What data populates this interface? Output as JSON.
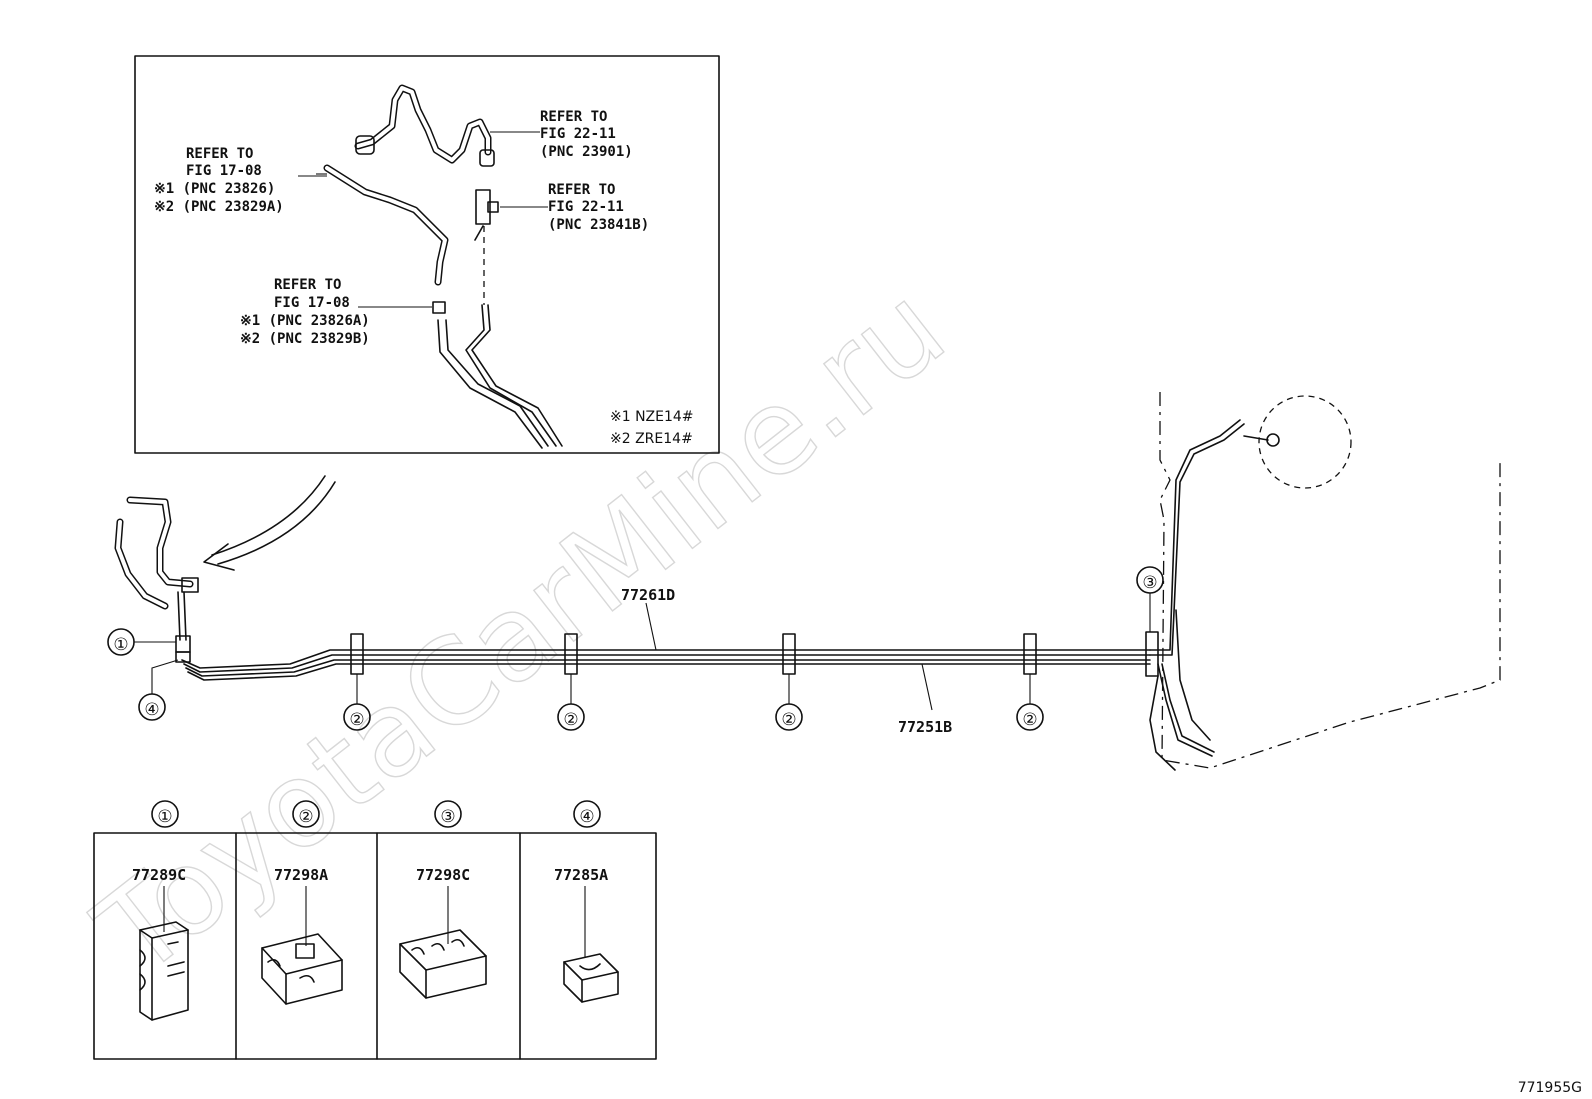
{
  "watermark": "ToyotaCarMine.ru",
  "diagram_code": "771955G",
  "inset": {
    "callouts": [
      {
        "line1": "REFER TO",
        "line2": "FIG 22-11",
        "line3": "(PNC 23901)"
      },
      {
        "line1": "REFER TO",
        "line2": "FIG 17-08",
        "line3": "※1 (PNC 23826)",
        "line4": "※2 (PNC 23829A)"
      },
      {
        "line1": "REFER TO",
        "line2": "FIG 22-11",
        "line3": "(PNC 23841B)"
      },
      {
        "line1": "REFER TO",
        "line2": "FIG 17-08",
        "line3": "※1 (PNC 23826A)",
        "line4": "※2 (PNC 23829B)"
      }
    ],
    "notes": [
      "※1 NZE14#",
      "※2 ZRE14#"
    ]
  },
  "main": {
    "part_labels": [
      "77261D",
      "77251B"
    ],
    "markers": [
      "①",
      "②",
      "③",
      "④"
    ]
  },
  "legend": [
    {
      "marker": "①",
      "part": "77289C"
    },
    {
      "marker": "②",
      "part": "77298A"
    },
    {
      "marker": "③",
      "part": "77298C"
    },
    {
      "marker": "④",
      "part": "77285A"
    }
  ]
}
